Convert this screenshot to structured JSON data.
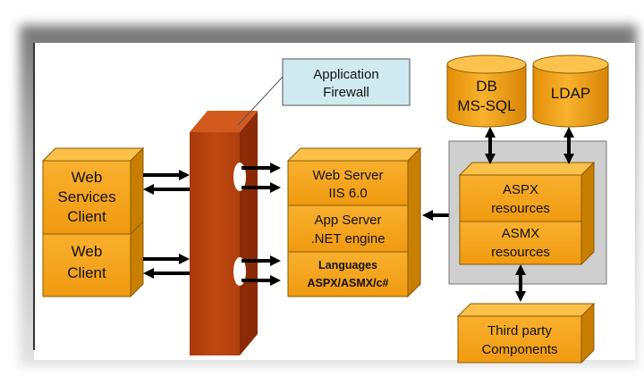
{
  "firewall_callout": {
    "line1": "Application",
    "line2": "Firewall"
  },
  "clients": [
    {
      "line1": "Web",
      "line2": "Services",
      "line3": "Client"
    },
    {
      "line1": "Web",
      "line2": "Client"
    }
  ],
  "server_stack": [
    {
      "line1": "Web Server",
      "line2": "IIS 6.0"
    },
    {
      "line1": "App Server",
      "line2": ".NET engine"
    },
    {
      "line1": "Languages",
      "line2": "ASPX/ASMX/c#"
    }
  ],
  "resources": [
    {
      "line1": "ASPX",
      "line2": "resources"
    },
    {
      "line1": "ASMX",
      "line2": "resources"
    }
  ],
  "databases": [
    {
      "line1": "DB",
      "line2": "MS-SQL"
    },
    {
      "line1": "LDAP"
    }
  ],
  "third_party": {
    "line1": "Third party",
    "line2": "Components"
  },
  "colors": {
    "box_orange": "#f6a41c",
    "box_side": "#c47a00",
    "firewall": "#b8400e",
    "callout": "#cfeaf0",
    "resource_panel": "#cfcfcf",
    "arrow": "#000000"
  }
}
